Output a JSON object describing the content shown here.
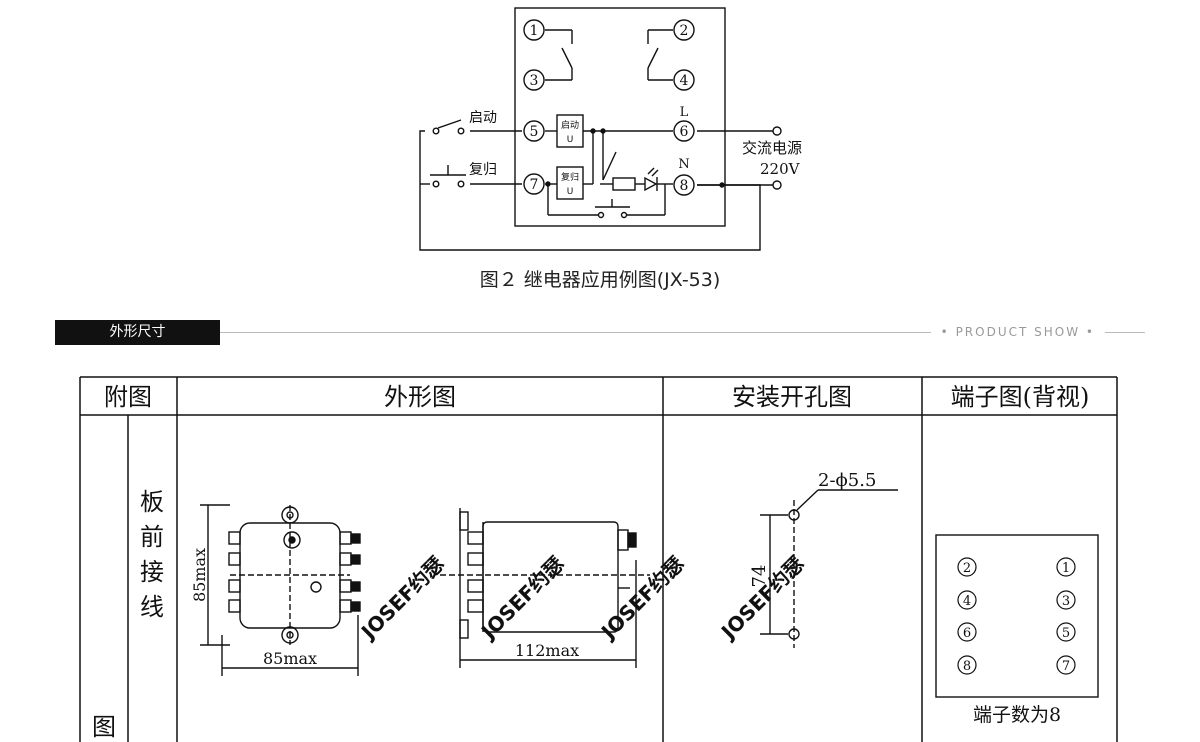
{
  "circuit": {
    "terminals": [
      "1",
      "2",
      "3",
      "4",
      "5",
      "6",
      "7",
      "8"
    ],
    "start_label": "启动",
    "reset_label": "复归",
    "coil_top_line1": "启动",
    "coil_top_line2": "U",
    "coil_bottom_line1": "复归",
    "coil_bottom_line2": "U",
    "line_L": "L",
    "line_N": "N",
    "power_label": "交流电源",
    "power_voltage": "220V",
    "caption": "图２ 继电器应用例图(JX-53)"
  },
  "section": {
    "title": "外形尺寸",
    "right_label": "PRODUCT SHOW"
  },
  "table": {
    "headers": [
      "附图",
      "外形图",
      "安装开孔图",
      "端子图(背视)"
    ],
    "row_label_outer": "图",
    "row_label_inner": "板前接线",
    "dim_height": "85max",
    "dim_width": "85max",
    "dim_depth": "112max",
    "hole_spec": "2-ϕ5.5",
    "hole_spacing": "74",
    "terminal_left": [
      "2",
      "4",
      "6",
      "8"
    ],
    "terminal_right": [
      "1",
      "3",
      "5",
      "7"
    ],
    "terminal_count": "端子数为8"
  },
  "watermark": "JOSEF约瑟"
}
